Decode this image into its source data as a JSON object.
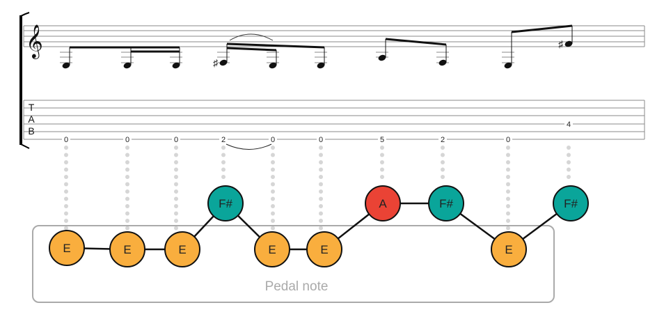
{
  "tab_clef": [
    "T",
    "A",
    "B"
  ],
  "pedal_label": "Pedal note",
  "colors": {
    "E": "#F9AE3E",
    "F#": "#0AA59A",
    "A": "#EA4335"
  },
  "notes": [
    {
      "fret": "0",
      "string": 6,
      "name": "E",
      "level": "low",
      "head": 94,
      "sharp": false
    },
    {
      "fret": "0",
      "string": 6,
      "name": "E",
      "level": "low",
      "head": 94,
      "sharp": false
    },
    {
      "fret": "0",
      "string": 6,
      "name": "E",
      "level": "low",
      "head": 94,
      "sharp": false
    },
    {
      "fret": "2",
      "string": 6,
      "name": "F#",
      "level": "high",
      "head": 90,
      "sharp": true
    },
    {
      "fret": "0",
      "string": 6,
      "name": "E",
      "level": "low",
      "head": 94,
      "sharp": false
    },
    {
      "fret": "0",
      "string": 6,
      "name": "E",
      "level": "low",
      "head": 94,
      "sharp": false
    },
    {
      "fret": "5",
      "string": 6,
      "name": "A",
      "level": "high",
      "head": 83,
      "sharp": false
    },
    {
      "fret": "2",
      "string": 6,
      "name": "F#",
      "level": "high",
      "head": 90,
      "sharp": false
    },
    {
      "fret": "0",
      "string": 6,
      "name": "E",
      "level": "low",
      "head": 94,
      "sharp": false
    },
    {
      "fret": "4",
      "string": 4,
      "name": "F#",
      "level": "high",
      "head": 63,
      "sharp": true
    }
  ]
}
